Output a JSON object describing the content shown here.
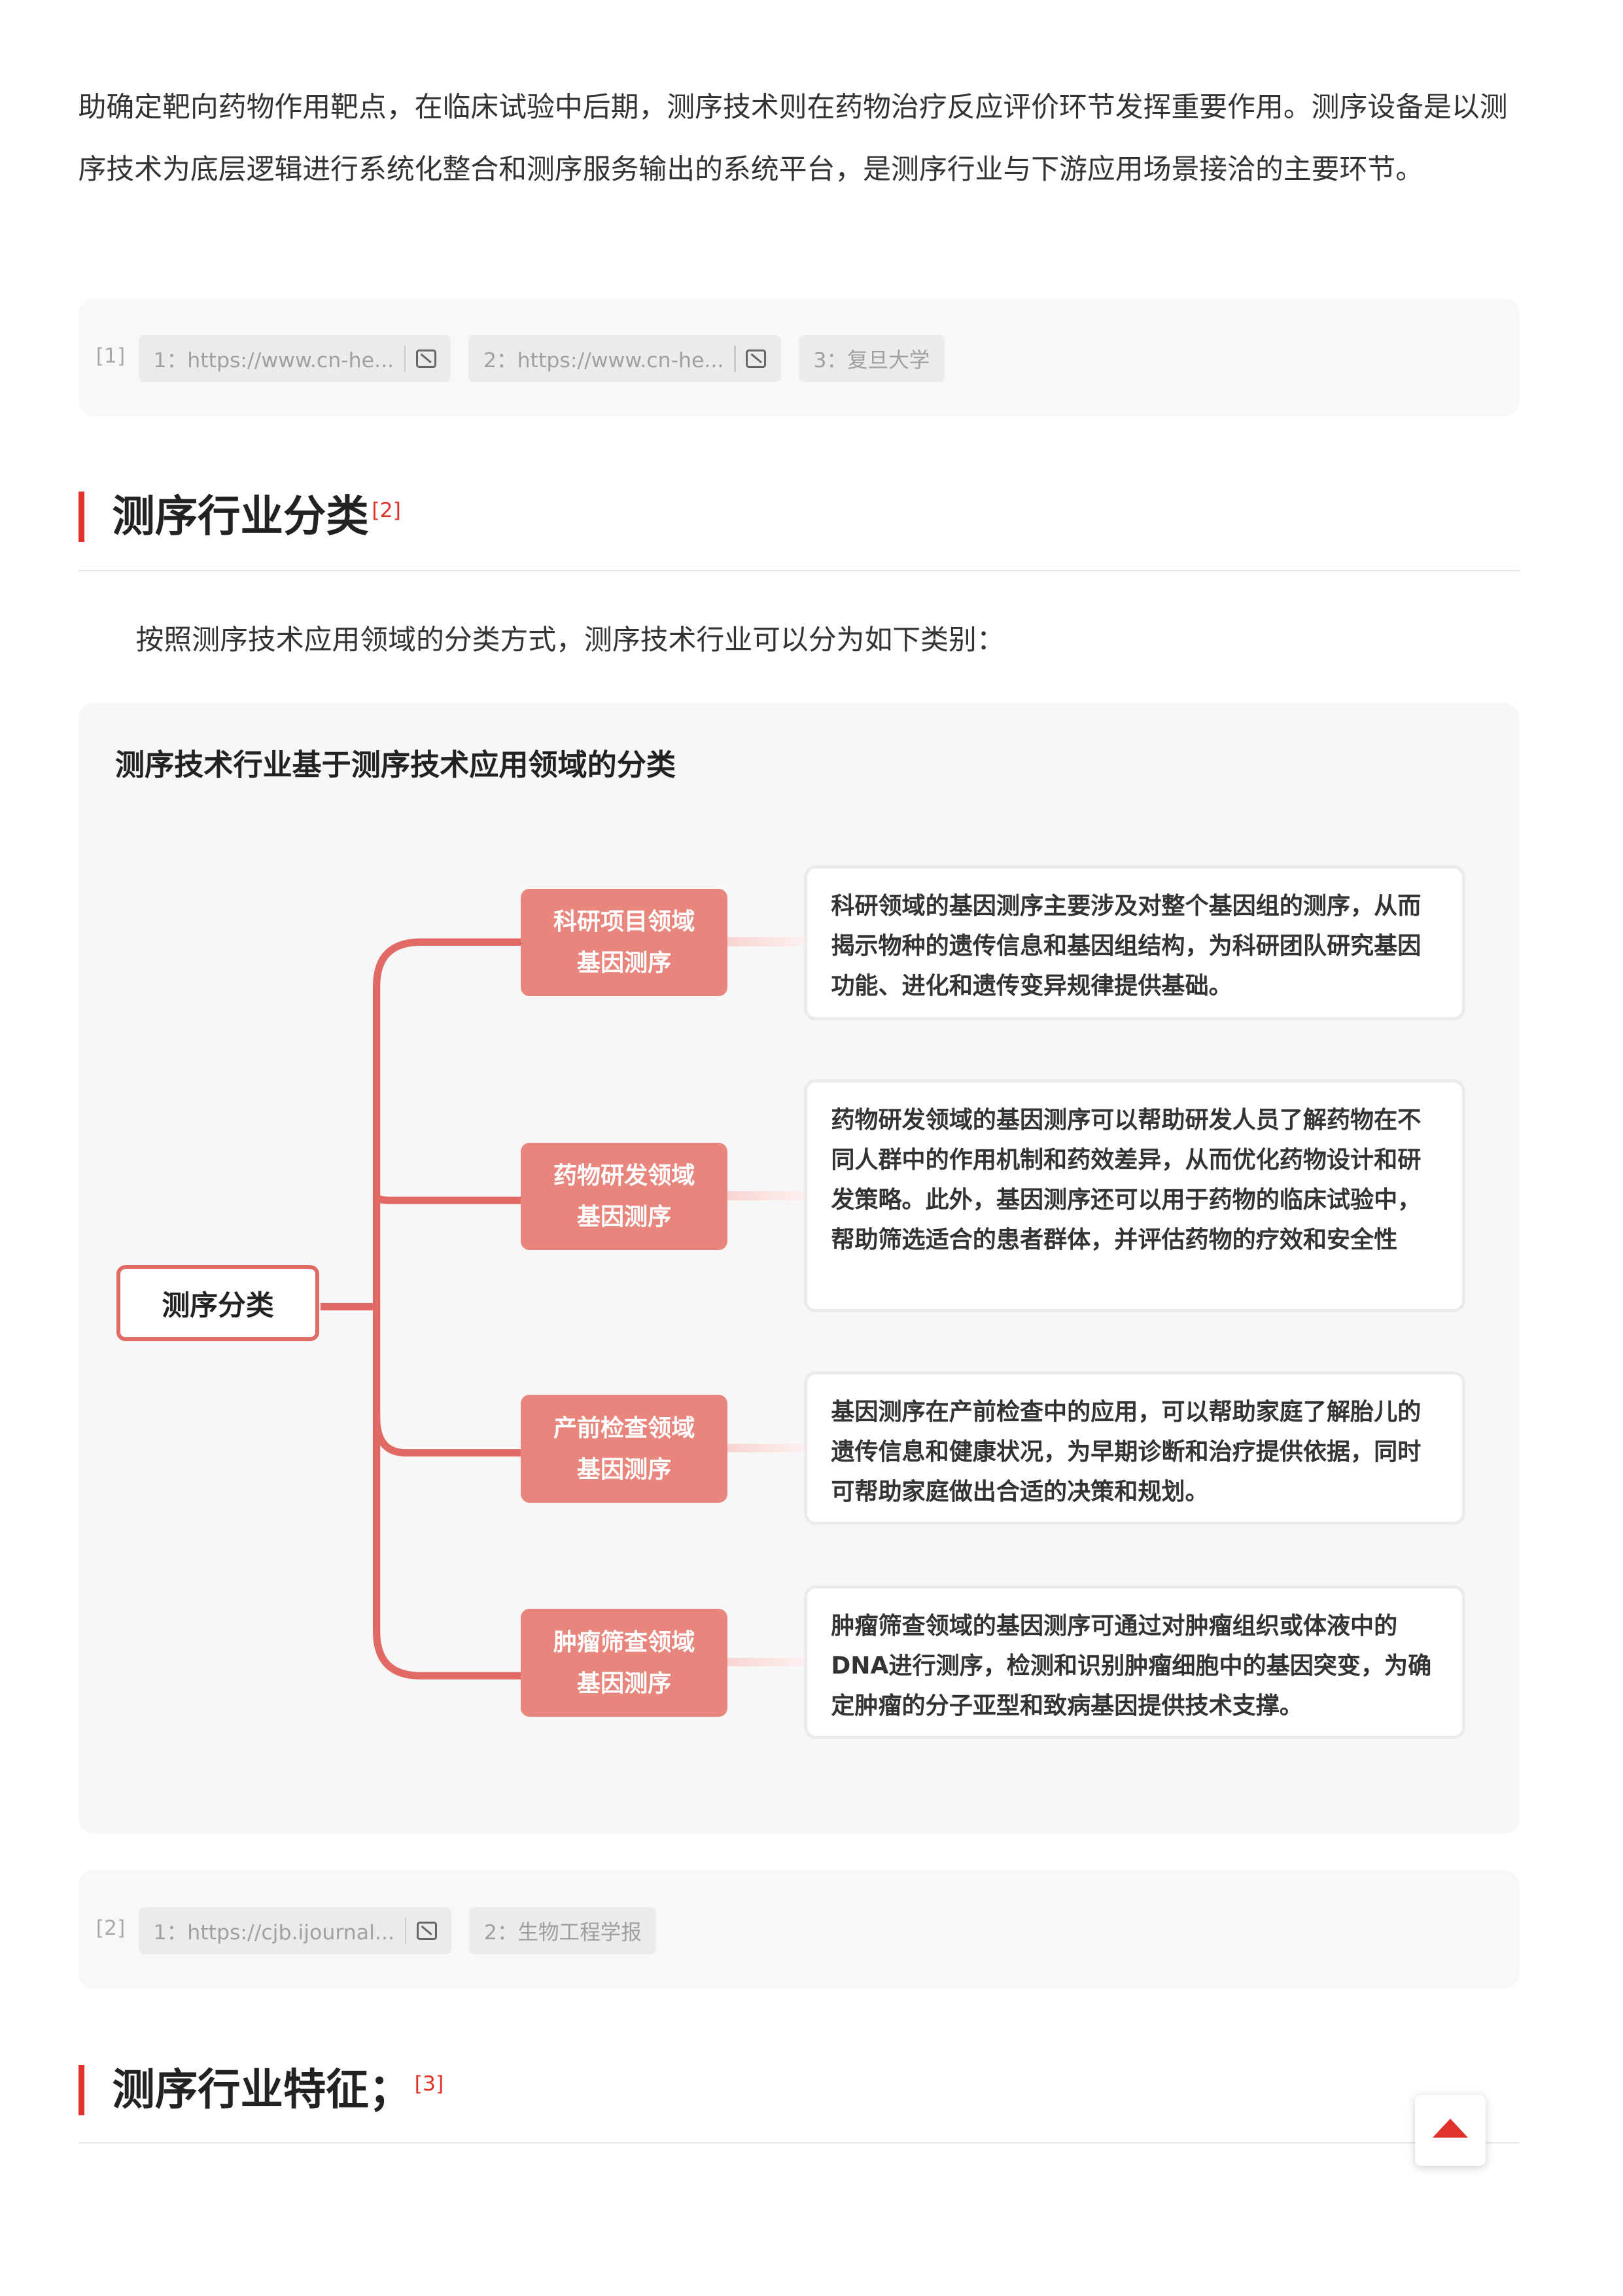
{
  "intro_paragraph": "助确定靶向药物作用靶点，在临床试验中后期，测序技术则在药物治疗反应评价环节发挥重要作用。测序设备是以测序技术为底层逻辑进行系统化整合和测序服务输出的系统平台，是测序行业与下游应用场景接洽的主要环节。",
  "refs1": {
    "label": "[1]",
    "chips": [
      "1：https://www.cn-he...",
      "2：https://www.cn-he...",
      "3：复旦大学"
    ]
  },
  "section1": {
    "title": "测序行业分类",
    "sup": "[2]",
    "intro": "按照测序技术应用领域的分类方式，测序技术行业可以分为如下类别："
  },
  "diagram": {
    "title": "测序技术行业基于测序技术应用领域的分类",
    "root": "测序分类",
    "branches": [
      {
        "l1": "科研项目领域",
        "l2": "基因测序",
        "desc": "科研领域的基因测序主要涉及对整个基因组的测序，从而揭示物种的遗传信息和基因组结构，为科研团队研究基因功能、进化和遗传变异规律提供基础。"
      },
      {
        "l1": "药物研发领域",
        "l2": "基因测序",
        "desc": "药物研发领域的基因测序可以帮助研发人员了解药物在不同人群中的作用机制和药效差异，从而优化药物设计和研发策略。此外，基因测序还可以用于药物的临床试验中，帮助筛选适合的患者群体，并评估药物的疗效和安全性"
      },
      {
        "l1": "产前检查领域",
        "l2": "基因测序",
        "desc": "基因测序在产前检查中的应用，可以帮助家庭了解胎儿的遗传信息和健康状况，为早期诊断和治疗提供依据，同时可帮助家庭做出合适的决策和规划。"
      },
      {
        "l1": "肿瘤筛查领域",
        "l2": "基因测序",
        "desc": "肿瘤筛查领域的基因测序可通过对肿瘤组织或体液中的DNA进行测序，检测和识别肿瘤细胞中的基因突变，为确定肿瘤的分子亚型和致病基因提供技术支撑。"
      }
    ]
  },
  "refs2": {
    "label": "[2]",
    "chips": [
      "1：https://cjb.ijournal...",
      "2：生物工程学报"
    ]
  },
  "section2": {
    "title": "测序行业特征；",
    "sup": "[3]"
  },
  "colors": {
    "accent": "#e0322a",
    "node": "#e8857d",
    "line": "#e16b64"
  }
}
